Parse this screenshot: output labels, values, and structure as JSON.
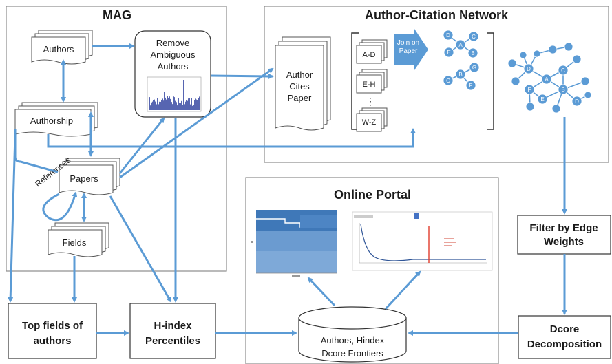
{
  "panels": {
    "mag": "MAG",
    "network": "Author-Citation Network",
    "portal": "Online Portal"
  },
  "mag": {
    "authors": "Authors",
    "remove_line1": "Remove",
    "remove_line2": "Ambiguous",
    "remove_line3": "Authors",
    "authorship": "Authorship",
    "papers": "Papers",
    "references": "References",
    "fields": "Fields"
  },
  "network": {
    "cites_line1": "Author",
    "cites_line2": "Cites",
    "cites_line3": "Paper",
    "shards": [
      "A-D",
      "E-H",
      "W-Z"
    ],
    "ellipsis": "⋮",
    "join_line1": "Join on",
    "join_line2": "Paper",
    "node_labels": {
      "small1": [
        "D",
        "A",
        "C",
        "E",
        "B"
      ],
      "small2": [
        "C",
        "B",
        "G",
        "F"
      ],
      "big": [
        "D",
        "A",
        "C",
        "F",
        "B",
        "E",
        "D"
      ]
    }
  },
  "pipeline": {
    "filter_line1": "Filter by Edge",
    "filter_line2": "Weights",
    "dcore_line1": "Dcore",
    "dcore_line2": "Decomposition",
    "topfields_line1": "Top fields of",
    "topfields_line2": "authors",
    "hindex_line1": "H-index",
    "hindex_line2": "Percentiles",
    "db_line1": "Authors, Hindex",
    "db_line2": "Dcore Frontiers"
  },
  "colors": {
    "accent": "#5b9bd5",
    "frame": "#8c8c8c",
    "portal_heatmap": "#5b8fc7"
  }
}
